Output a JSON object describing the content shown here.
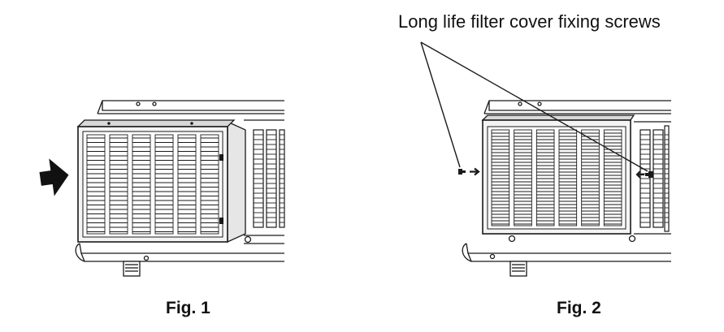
{
  "figures": [
    {
      "id": "fig1",
      "caption": "Fig. 1"
    },
    {
      "id": "fig2",
      "caption": "Fig. 2"
    }
  ],
  "callout": {
    "text": "Long life filter cover fixing screws"
  },
  "colors": {
    "line": "#1a1a1a",
    "mid": "#6f6f6f",
    "light": "#d8d8d8",
    "panel": "#f2f2f2",
    "arrow": "#111111"
  },
  "icons": {
    "insert_arrow": "thick-arrow-right",
    "screw": "screw-icon"
  }
}
